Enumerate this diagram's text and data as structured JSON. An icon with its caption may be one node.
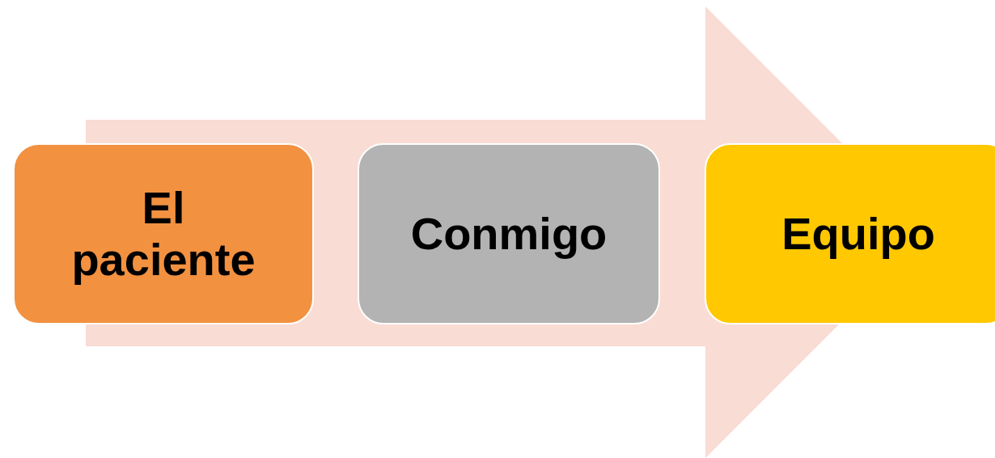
{
  "diagram": {
    "nodes": [
      {
        "text": [
          "El paciente"
        ]
      },
      {
        "text": [
          "Conmigo"
        ]
      },
      {
        "text": [
          "Equipo"
        ]
      }
    ],
    "edges": [
      {
        "from": 0,
        "to": 2,
        "arrow": "to"
      }
    ]
  }
}
